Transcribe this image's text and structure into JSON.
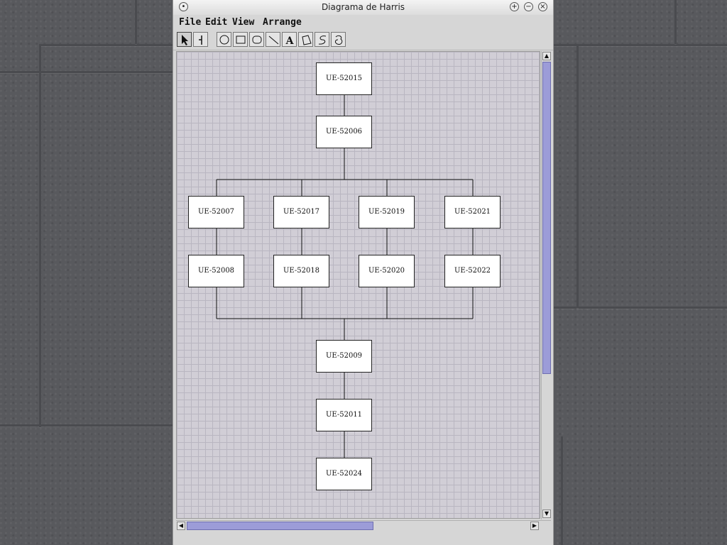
{
  "window": {
    "title": "Diagrama de Harris"
  },
  "menu": {
    "items": [
      "File",
      "Edit",
      "View",
      "Arrange"
    ]
  },
  "toolbar": {
    "tools": [
      "select-tool",
      "connector-tool",
      "ellipse-tool",
      "rectangle-tool",
      "rounded-rectangle-tool",
      "line-tool",
      "text-tool",
      "polygon-tool",
      "spline-tool",
      "closed-spline-tool"
    ],
    "text_tool_glyph": "A"
  },
  "diagram": {
    "nodes": [
      {
        "id": "n1",
        "label": "UE-52015"
      },
      {
        "id": "n2",
        "label": "UE-52006"
      },
      {
        "id": "n3",
        "label": "UE-52007"
      },
      {
        "id": "n4",
        "label": "UE-52017"
      },
      {
        "id": "n5",
        "label": "UE-52019"
      },
      {
        "id": "n6",
        "label": "UE-52021"
      },
      {
        "id": "n7",
        "label": "UE-52008"
      },
      {
        "id": "n8",
        "label": "UE-52018"
      },
      {
        "id": "n9",
        "label": "UE-52020"
      },
      {
        "id": "n10",
        "label": "UE-52022"
      },
      {
        "id": "n11",
        "label": "UE-52009"
      },
      {
        "id": "n12",
        "label": "UE-52011"
      },
      {
        "id": "n13",
        "label": "UE-52024"
      }
    ]
  },
  "colors": {
    "grid": "#b9b6c1",
    "canvas": "#d1ced6",
    "scroll_thumb": "#9c9cd8"
  }
}
